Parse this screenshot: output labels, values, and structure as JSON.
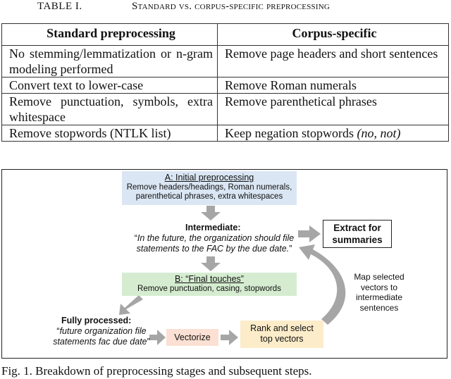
{
  "table": {
    "label": "TABLE I.",
    "title": "Standard vs. corpus-specific preprocessing",
    "headers": [
      "Standard preprocessing",
      "Corpus-specific"
    ],
    "rows": [
      [
        "No stemming/lemmatization or n-gram modeling performed",
        "Remove page headers and short sentences"
      ],
      [
        "Convert text to lower-case",
        "Remove Roman numerals"
      ],
      [
        "Remove punctuation, symbols, extra whitespace",
        "Remove parenthetical phrases"
      ],
      [
        "Remove stopwords (NTLK list)",
        "Keep negation stopwords"
      ]
    ],
    "last_cell_emphasis": "(no, not)"
  },
  "figure": {
    "box_a_title": "A: Initial preprocessing",
    "box_a_line1": "Remove headers/headings, Roman numerals,",
    "box_a_line2": "parenthetical phrases, extra whitespaces",
    "intermediate_label": "Intermediate:",
    "intermediate_quote_line1": "In the future, the organization should file",
    "intermediate_quote_line2": "statements to the FAC by the due date.",
    "extract_line1": "Extract for",
    "extract_line2": "summaries",
    "box_b_title": "B: “Final touches”",
    "box_b_line1": "Remove punctuation, casing, stopwords",
    "map_text_line1": "Map selected",
    "map_text_line2": "vectors to",
    "map_text_line3": "intermediate",
    "map_text_line4": "sentences",
    "full_label": "Fully processed:",
    "full_quote_line1": "future organization file",
    "full_quote_line2": "statements fac due date",
    "vectorize": "Vectorize",
    "rank_line1": "Rank and select",
    "rank_line2": "top vectors",
    "arrow_color": "#a6a6a6"
  },
  "figure_caption": "Fig. 1.   Breakdown of preprocessing stages and subsequent steps."
}
